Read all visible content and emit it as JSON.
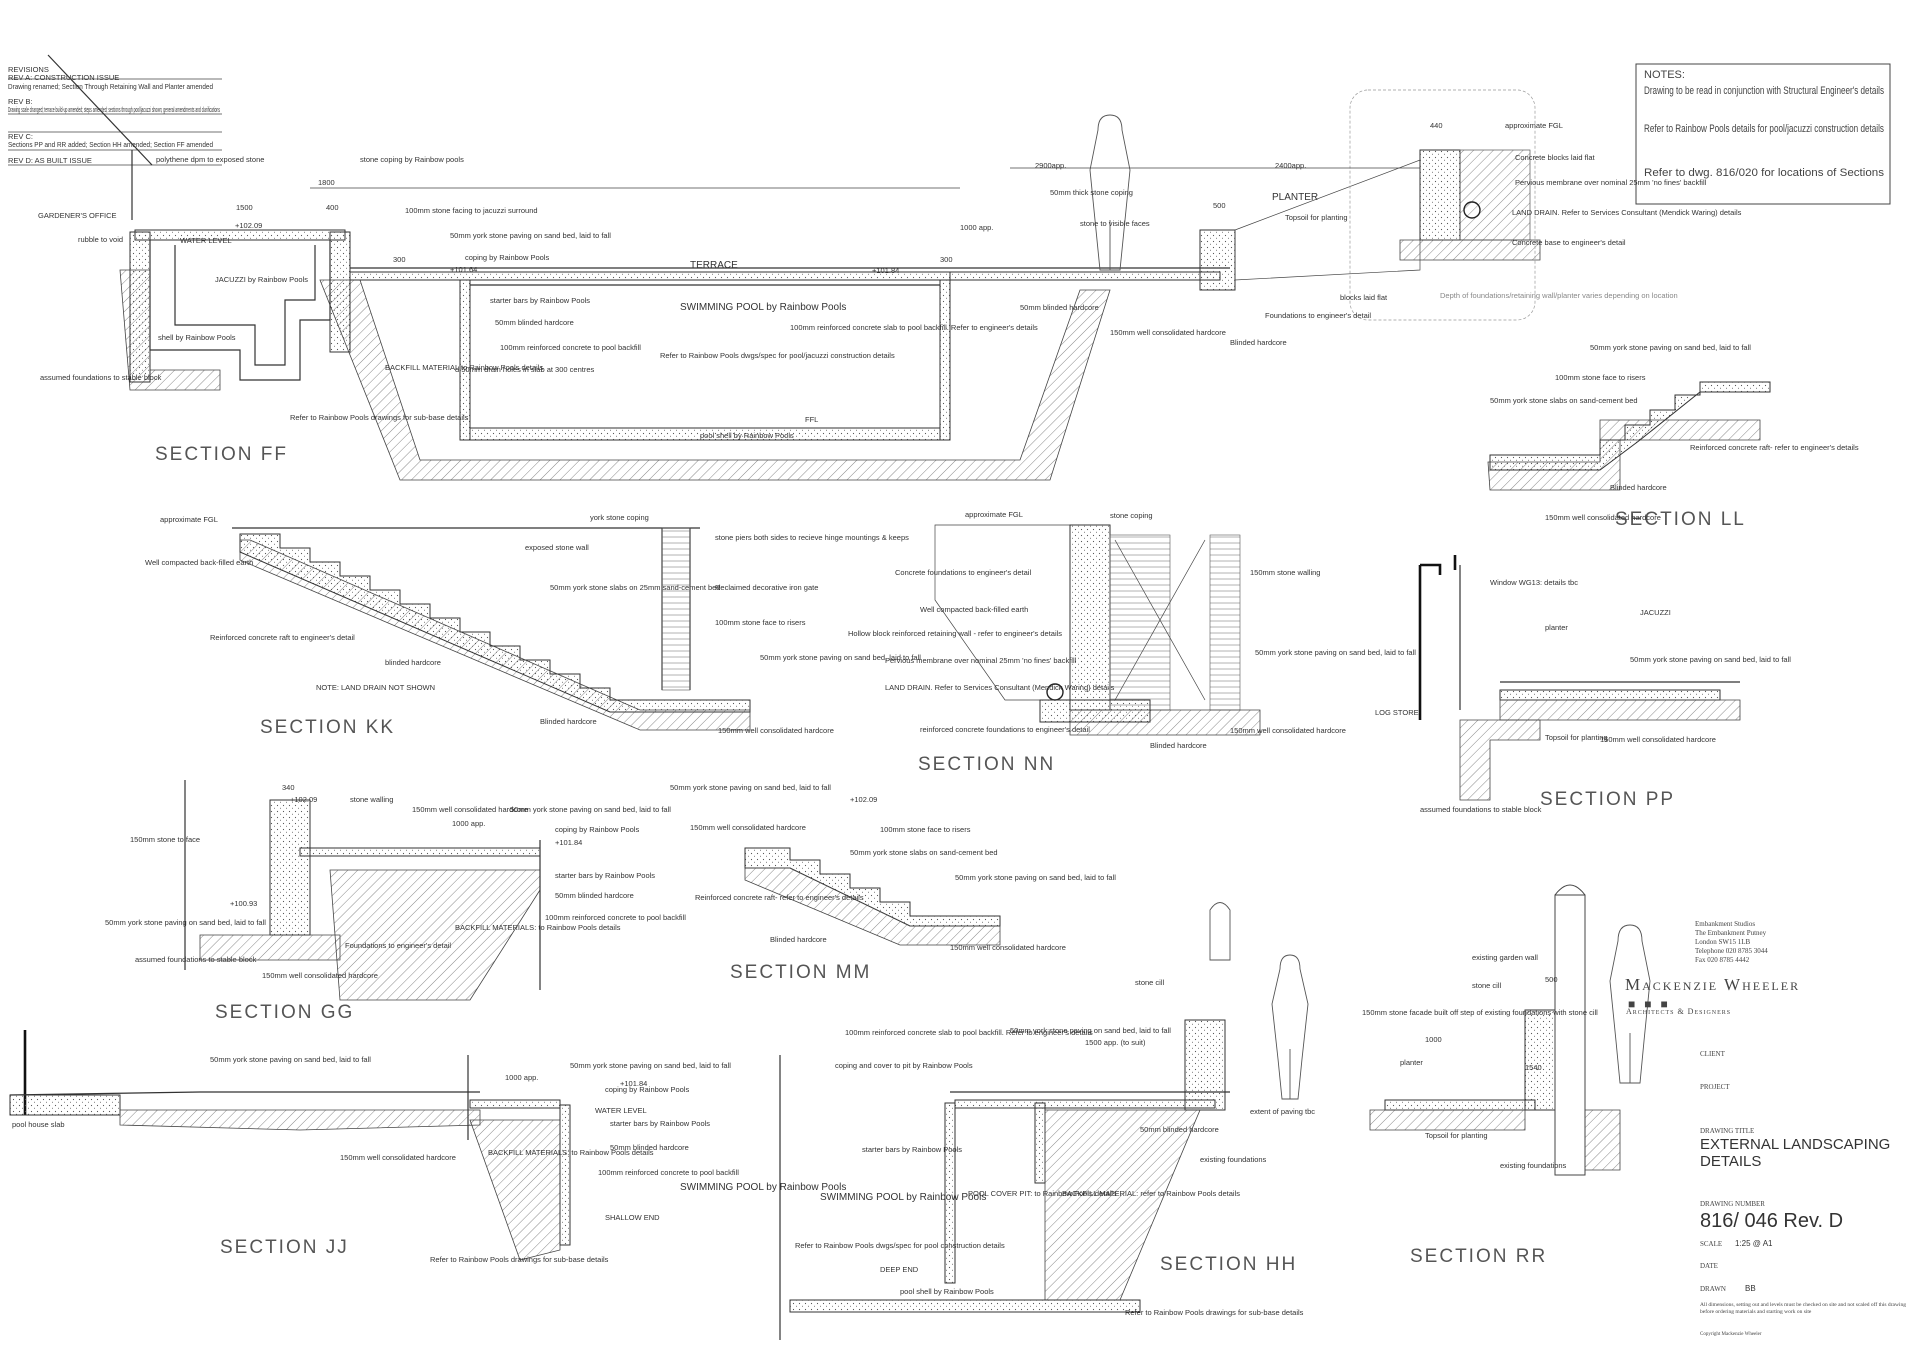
{
  "revisions": {
    "heading": "REVISIONS",
    "lines": [
      "REV A:  CONSTRUCTION ISSUE",
      "Drawing renamed; Section Through Retaining Wall and Planter amended",
      "REV B:",
      "Drawing scale changed; terrace build-up amended; steps amended; sections through pool/jacuzzi shown; general amendments and clarifications",
      "REV C:",
      "Sections PP and RR added; Section HH amended; Section FF amended",
      "REV D:  AS BUILT ISSUE"
    ]
  },
  "notes": {
    "heading": "NOTES:",
    "items": [
      "Drawing to be read in conjunction with Structural Engineer's details",
      "Refer to Rainbow Pools details for pool/jacuzzi construction details",
      "Refer to dwg. 816/020 for locations of Sections"
    ]
  },
  "sections": [
    {
      "id": "ff",
      "label": "SECTION FF"
    },
    {
      "id": "ll",
      "label": "SECTION LL"
    },
    {
      "id": "kk",
      "label": "SECTION KK"
    },
    {
      "id": "nn",
      "label": "SECTION NN"
    },
    {
      "id": "pp",
      "label": "SECTION PP"
    },
    {
      "id": "gg",
      "label": "SECTION GG"
    },
    {
      "id": "mm",
      "label": "SECTION MM"
    },
    {
      "id": "jj",
      "label": "SECTION JJ"
    },
    {
      "id": "hh",
      "label": "SECTION HH"
    },
    {
      "id": "rr",
      "label": "SECTION RR"
    }
  ],
  "annotations": {
    "ff": [
      "GARDENER'S OFFICE",
      "rubble to void",
      "polythene dpm to exposed stone",
      "stone coping by Rainbow pools",
      "WATER LEVEL",
      "JACUZZI by Rainbow Pools",
      "100mm stone facing to jacuzzi surround",
      "50mm york stone paving on sand bed, laid to fall",
      "coping by Rainbow Pools",
      "TERRACE",
      "starter bars by Rainbow Pools",
      "50mm blinded hardcore",
      "100mm reinforced concrete to pool backfill",
      "SWIMMING POOL by Rainbow Pools",
      "shell by Rainbow Pools",
      "assumed foundations to stable block",
      "BACKFILL MATERIAL to Rainbow Pools details",
      "d.50mm drain holes in slab at 300 centres",
      "Refer to Rainbow Pools dwgs/spec for pool/jacuzzi construction details",
      "Refer to Rainbow Pools drawings for sub-base details",
      "pool shell by Rainbow Pools",
      "FFL",
      "100mm reinforced concrete slab to pool backfill. Refer to engineer's details",
      "50mm blinded hardcore",
      "150mm well consolidated hardcore",
      "50mm thick stone coping",
      "stone to visible faces",
      "PLANTER",
      "Topsoil for planting",
      "blocks laid flat",
      "Foundations to engineer's detail",
      "Blinded hardcore",
      "approximate FGL",
      "Pervious membrane over nominal 25mm 'no fines' backfill",
      "LAND DRAIN. Refer to Services Consultant (Mendick Waring) details",
      "Concrete base to engineer's detail",
      "Depth of foundations/retaining wall/planter varies depending on location",
      "Concrete blocks laid flat"
    ],
    "ll": [
      "50mm york stone paving on sand bed, laid to fall",
      "100mm stone face to risers",
      "50mm york stone slabs on sand-cement bed",
      "Reinforced concrete raft- refer to engineer's details",
      "150mm well consolidated hardcore",
      "Blinded hardcore"
    ],
    "kk": [
      "approximate FGL",
      "york stone coping",
      "exposed stone wall",
      "stone piers both sides to recieve hinge mountings & keeps",
      "Reclaimed decorative iron gate",
      "Well compacted back-filled earth",
      "50mm york stone slabs on 25mm sand-cement bed",
      "100mm stone face to risers",
      "Reinforced concrete raft to engineer's detail",
      "blinded hardcore",
      "50mm york stone paving on sand bed, laid to fall",
      "NOTE: LAND DRAIN NOT SHOWN",
      "Blinded hardcore",
      "150mm well consolidated hardcore"
    ],
    "nn": [
      "approximate FGL",
      "stone coping",
      "Concrete foundations to engineer's detail",
      "150mm stone walling",
      "Well compacted back-filled earth",
      "Hollow block reinforced retaining wall - refer to engineer's details",
      "Pervious membrane over nominal 25mm 'no fines' backfill",
      "LAND DRAIN. Refer to Services Consultant (Mendick Waring) details",
      "50mm york stone paving on sand bed, laid to fall",
      "reinforced concrete foundations to engineer's detail",
      "Blinded hardcore",
      "150mm well consolidated hardcore"
    ],
    "pp": [
      "Window WG13: details tbc",
      "planter",
      "JACUZZI",
      "50mm york stone paving on sand bed, laid to fall",
      "LOG STORE",
      "Topsoil for planting",
      "150mm well consolidated hardcore",
      "assumed foundations to stable block"
    ],
    "gg": [
      "stone walling",
      "150mm stone to face",
      "150mm well consolidated hardcore",
      "50mm york stone paving on sand bed, laid to fall",
      "coping by Rainbow Pools",
      "starter bars by Rainbow Pools",
      "50mm blinded hardcore",
      "100mm reinforced concrete to pool backfill",
      "50mm york stone paving on sand bed, laid to fall",
      "Foundations to engineer's detail",
      "BACKFILL MATERIALS: to Rainbow Pools details",
      "assumed foundations to stable block",
      "150mm well consolidated hardcore"
    ],
    "mm": [
      "50mm york stone paving on sand bed, laid to fall",
      "150mm well consolidated hardcore",
      "100mm stone face to risers",
      "50mm york stone slabs on sand-cement bed",
      "50mm york stone paving on sand bed, laid to fall",
      "Reinforced concrete raft- refer to engineer's details",
      "Blinded hardcore",
      "150mm well consolidated hardcore"
    ],
    "jj": [
      "50mm york stone paving on sand bed, laid to fall",
      "pool house slab",
      "150mm well consolidated hardcore",
      "50mm york stone paving on sand bed, laid to fall",
      "coping by Rainbow Pools",
      "WATER LEVEL",
      "starter bars by Rainbow Pools",
      "50mm blinded hardcore",
      "BACKFILL MATERIALS: to Rainbow Pools details",
      "100mm reinforced concrete to pool backfill",
      "SWIMMING POOL by Rainbow Pools",
      "SHALLOW END",
      "Refer to Rainbow Pools drawings for sub-base details"
    ],
    "hh": [
      "100mm reinforced concrete slab to pool backfill. Refer to engineer's details",
      "50mm york stone paving on sand bed, laid to fall",
      "coping and cover to pit by Rainbow Pools",
      "extent of paving tbc",
      "starter bars by Rainbow Pools",
      "50mm blinded hardcore",
      "existing foundations",
      "SWIMMING POOL by Rainbow Pools",
      "POOL COVER PIT: to Rainbow Pools details",
      "BACKFILL MATERIAL: refer to Rainbow Pools details",
      "Refer to Rainbow Pools dwgs/spec for pool construction details",
      "DEEP END",
      "pool shell by Rainbow Pools",
      "Refer to Rainbow Pools drawings for sub-base details",
      "stone cill"
    ],
    "rr": [
      "existing garden wall",
      "stone cill",
      "150mm stone facade built off step of existing foundations with stone cill",
      "planter",
      "Topsoil for planting",
      "existing foundations"
    ]
  },
  "dims": [
    "1800",
    "1500",
    "400",
    "300",
    "2900app.",
    "2400app.",
    "1000 app.",
    "300",
    "500",
    "440",
    "340",
    "1000 app.",
    "1000 app.",
    "1000",
    "500",
    "1500 app. (to suit)",
    "1540"
  ],
  "levels": [
    "+102.09",
    "+101.84",
    "+101.64",
    "+102.09",
    "+101.84",
    "+100.93",
    "+102.09",
    "+101.84"
  ],
  "title_block": {
    "firm_address_lines": [
      "Embankment Studios",
      "The Embankment Putney",
      "London SW15 1LB",
      "Telephone  020 8785 3044",
      "Fax  020 8785 4442"
    ],
    "firm_name": "Mackenzie Wheeler",
    "firm_tagline": "Architects & Designers",
    "client_label": "CLIENT",
    "project_label": "PROJECT",
    "drawing_title_label": "DRAWING TITLE",
    "drawing_title": "EXTERNAL LANDSCAPING DETAILS",
    "drawing_number_label": "DRAWING NUMBER",
    "drawing_number": "816/ 046 Rev. D",
    "scale_label": "SCALE",
    "scale": "1:25 @ A1",
    "date_label": "DATE",
    "drawn_label": "DRAWN",
    "drawn": "BB",
    "disclaimer": "All dimensions, setting out and levels must be checked on site and not scaled off this drawing before ordering materials and starting work on site",
    "copyright": "Copyright Mackenzie Wheeler"
  }
}
